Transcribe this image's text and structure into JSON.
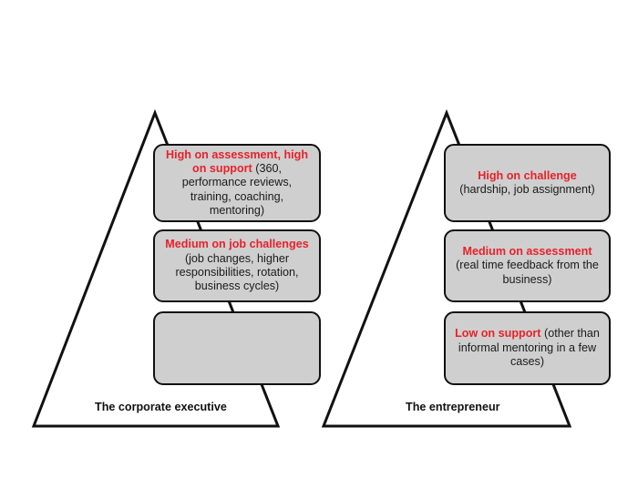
{
  "figure": {
    "type": "diagram",
    "subtype": "two-pyramid-comparison",
    "background_color": "#ffffff",
    "box_fill_color": "#cfcfcf",
    "box_border_color": "#111111",
    "accent_color": "#e8212a",
    "text_color": "#1a1a1a"
  },
  "pyramids": [
    {
      "id": "corporate-executive",
      "caption": "The corporate executive",
      "stages": [
        {
          "index": 1,
          "lead": "High on assessment, high on support",
          "rest": " (360, performance reviews, training, coaching, mentoring)",
          "empty": false
        },
        {
          "index": 2,
          "lead": "Medium on job challenges",
          "rest": " (job changes, higher responsibilities, rotation, business cycles)",
          "empty": false
        },
        {
          "index": 3,
          "lead": "",
          "rest": "",
          "empty": true
        }
      ]
    },
    {
      "id": "entrepreneur",
      "caption": "The entrepreneur",
      "stages": [
        {
          "index": 1,
          "lead": "High on challenge",
          "rest": " (hardship, job assignment)",
          "empty": false
        },
        {
          "index": 2,
          "lead": "Medium on assessment",
          "rest": " (real time feedback from the business)",
          "empty": false
        },
        {
          "index": 3,
          "lead": "Low on support",
          "rest": " (other than informal mentoring in a few cases)",
          "empty": false
        }
      ]
    }
  ]
}
